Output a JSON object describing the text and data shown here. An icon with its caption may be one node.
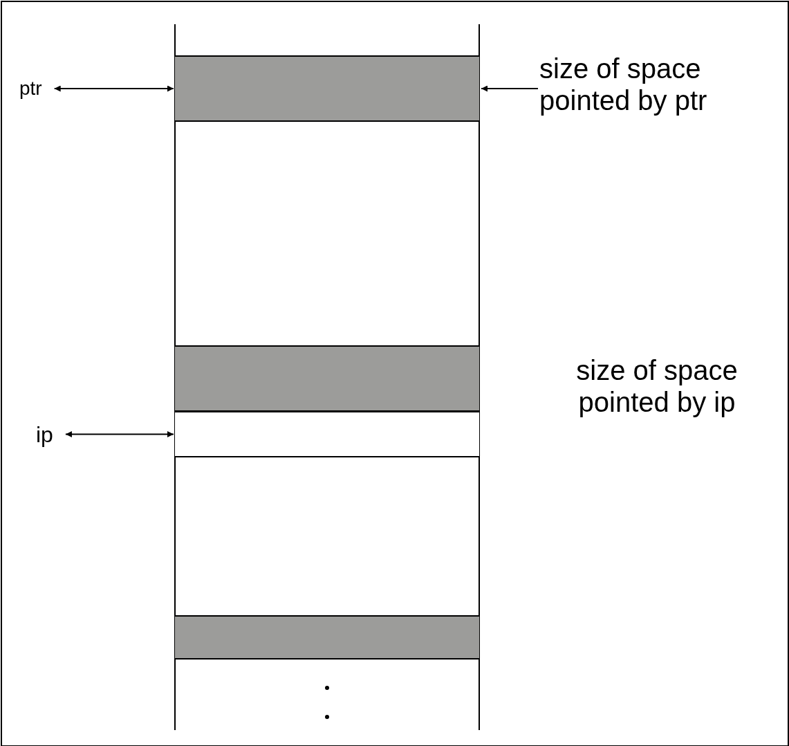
{
  "diagram": {
    "nodes": [
      {
        "text": [
          "ptr"
        ]
      },
      {
        "text": [],
        "shape": "bar"
      },
      {
        "text": [
          "size of space pointed by ptr"
        ]
      },
      {
        "text": [],
        "shape": "bar"
      },
      {
        "text": [
          "ip"
        ]
      },
      {
        "text": [],
        "shape": "bar"
      },
      {
        "text": [],
        "shape": "bar"
      }
    ],
    "edges": [
      {
        "from": 0,
        "to": 1,
        "arrow": "both"
      },
      {
        "from": 2,
        "to": 1,
        "arrow": "to"
      },
      {
        "from": 4,
        "to": 5,
        "arrow": "both"
      }
    ],
    "labels": [
      "size of space pointed by ip"
    ]
  }
}
